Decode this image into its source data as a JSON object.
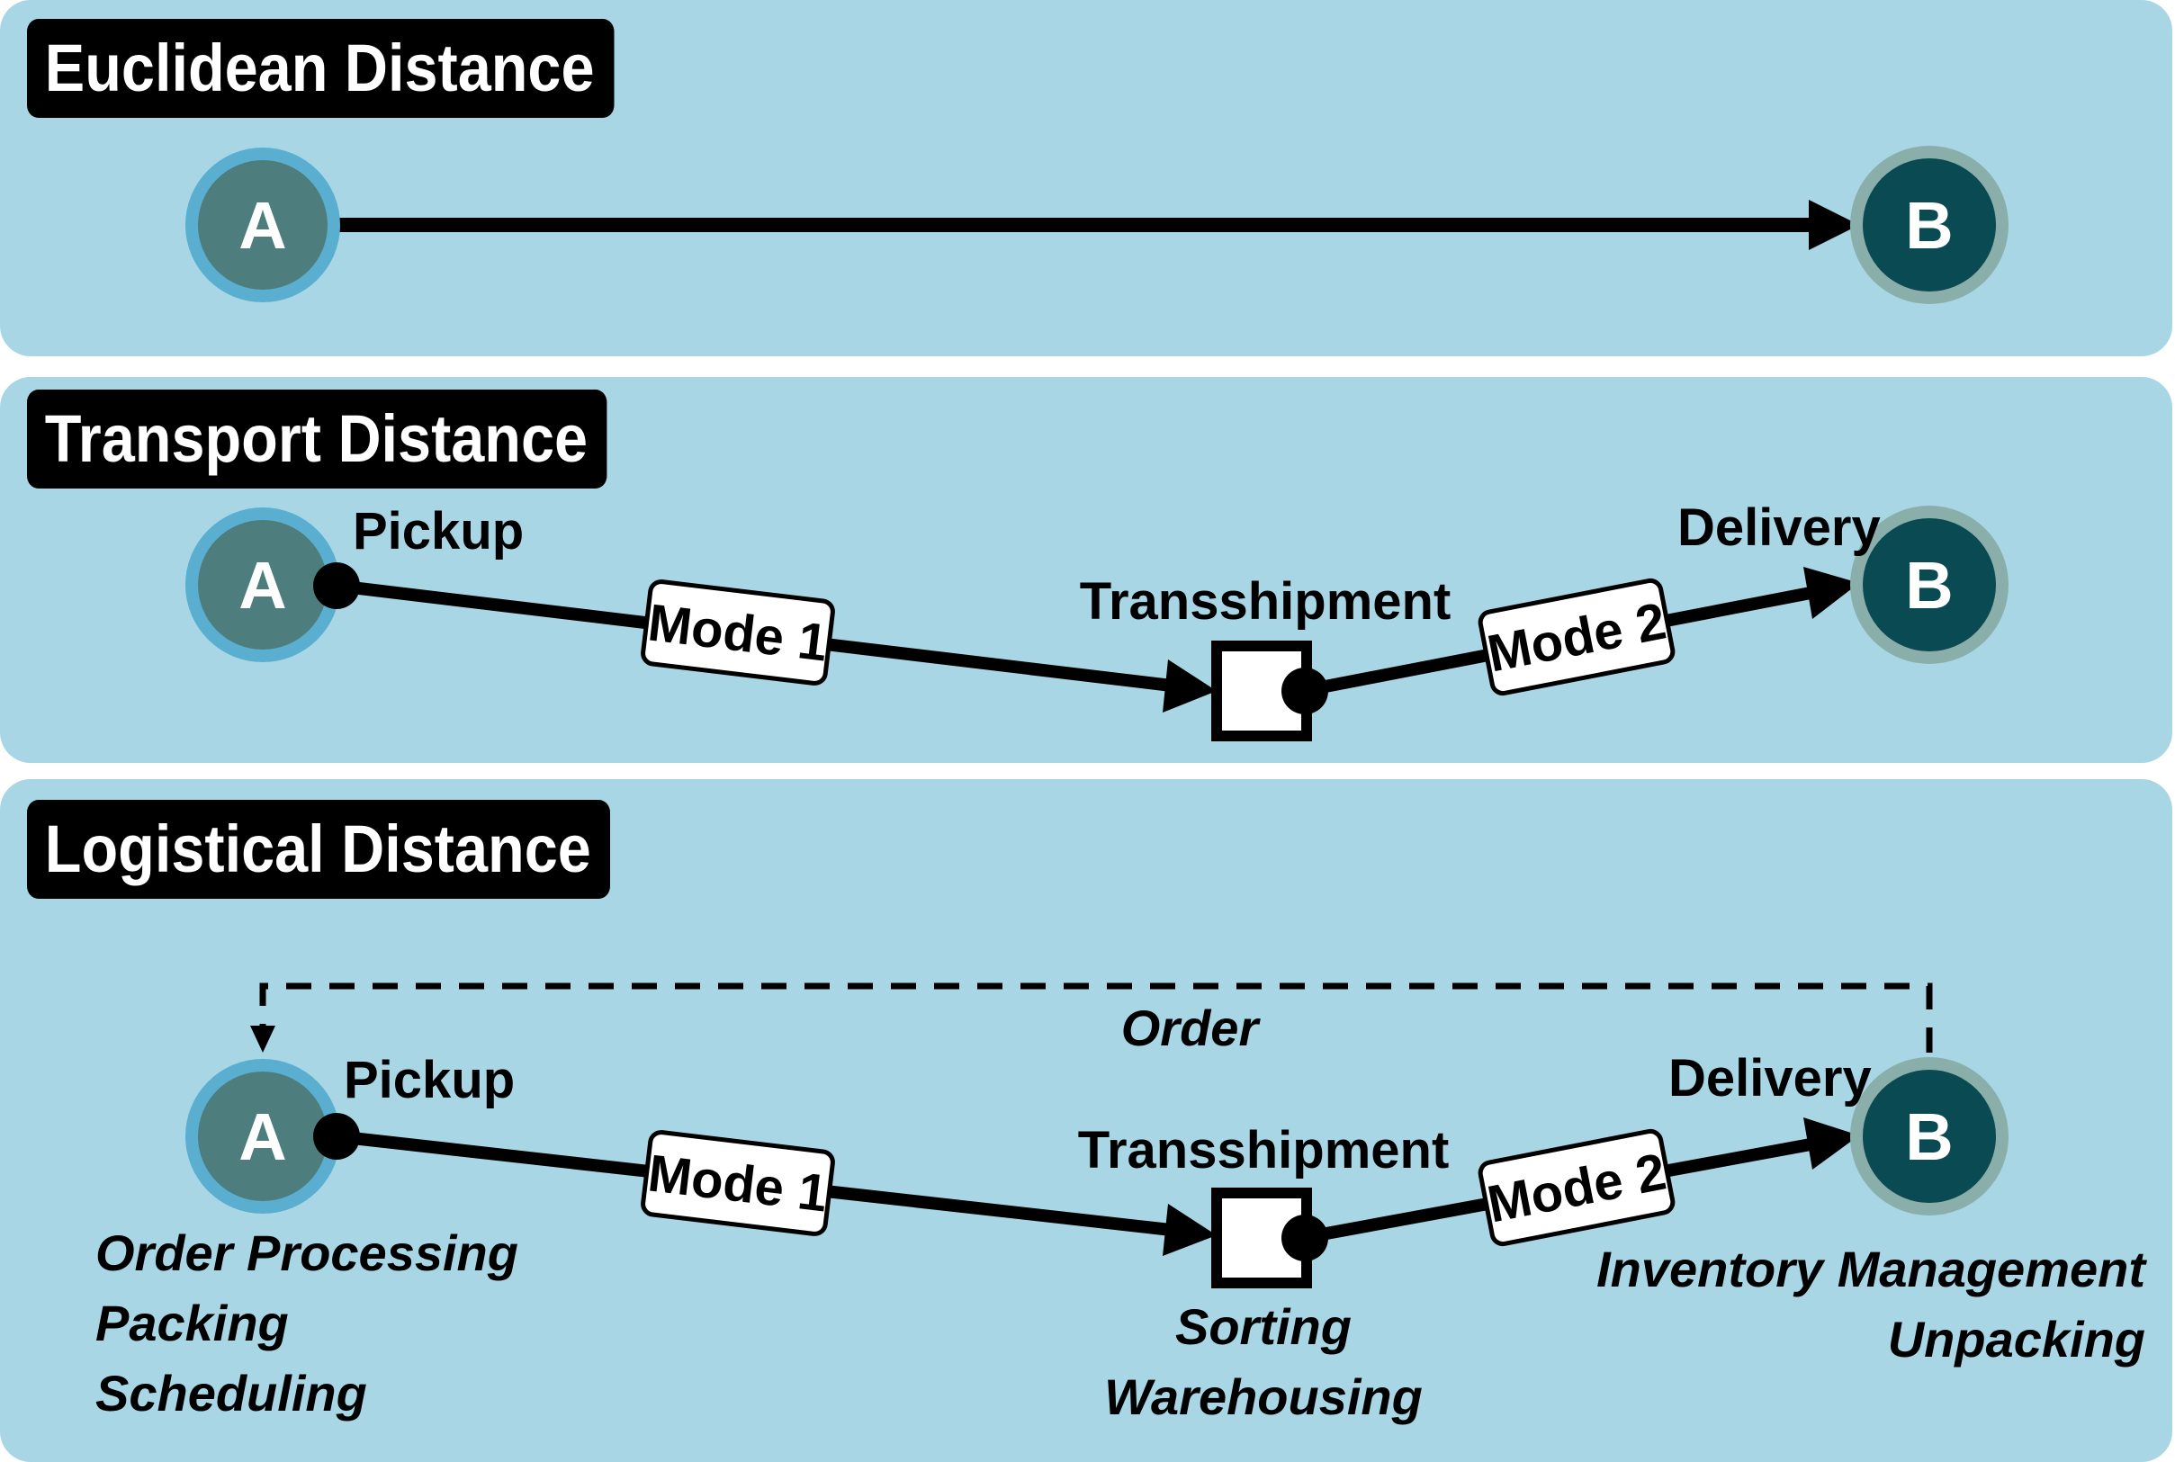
{
  "panels": {
    "euclidean": {
      "title": "Euclidean Distance",
      "node_a": "A",
      "node_b": "B"
    },
    "transport": {
      "title": "Transport Distance",
      "node_a": "A",
      "node_b": "B",
      "pickup": "Pickup",
      "delivery": "Delivery",
      "transshipment": "Transshipment",
      "mode1": "Mode 1",
      "mode2": "Mode 2"
    },
    "logistical": {
      "title": "Logistical Distance",
      "node_a": "A",
      "node_b": "B",
      "pickup": "Pickup",
      "delivery": "Delivery",
      "transshipment": "Transshipment",
      "mode1": "Mode 1",
      "mode2": "Mode 2",
      "order": "Order",
      "a_activities": [
        "Order Processing",
        "Packing",
        "Scheduling"
      ],
      "transshipment_activities": [
        "Sorting",
        "Warehousing"
      ],
      "b_activities": [
        "Inventory Management",
        "Unpacking"
      ]
    }
  },
  "colors": {
    "panel_bg": "#a9d6e5",
    "node_a_fill": "#4e7d7e",
    "node_a_ring": "#5aaed0",
    "node_b_fill": "#0a4a52",
    "node_b_ring": "#8aaeaa",
    "line": "#000000"
  }
}
